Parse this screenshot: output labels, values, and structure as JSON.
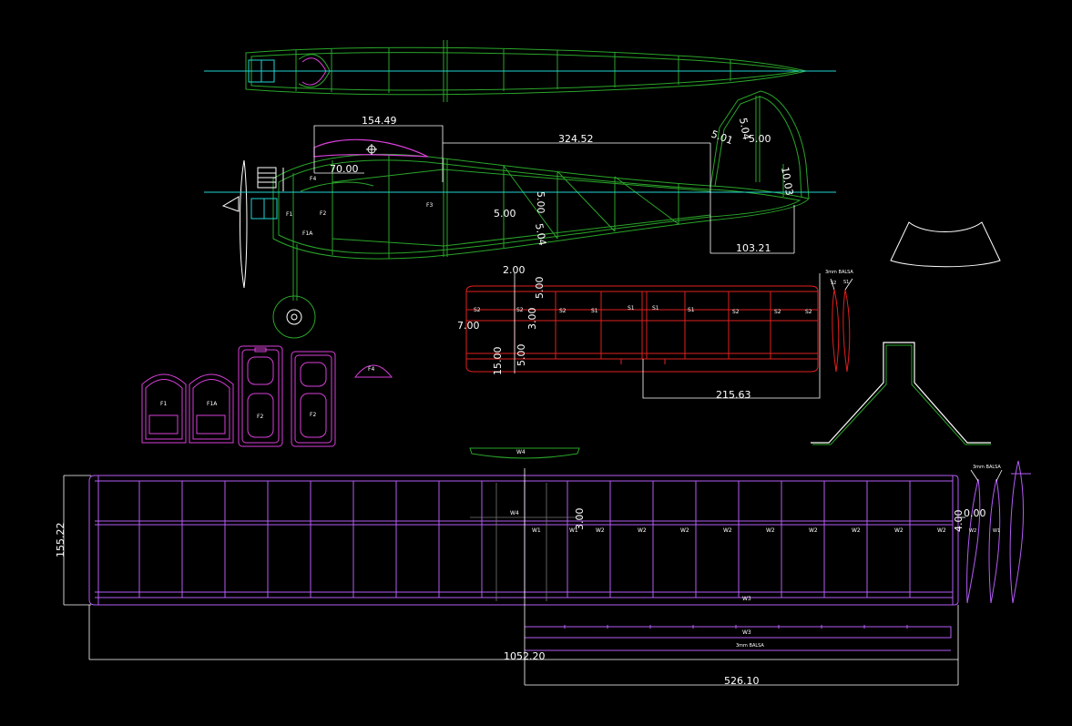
{
  "colors": {
    "background": "#000000",
    "fuselage": "#2aa52a",
    "centerline": "#22d4d4",
    "spar_frame": "#e01f1f",
    "wing_rib": "#b45cf5",
    "magenta": "#d93fd9",
    "dimension": "#ffffff"
  },
  "dimensions": {
    "d_154": "154.49",
    "d_324": "324.52",
    "d_70": "70.00",
    "d_103": "103.21",
    "d_500_a": "5.00",
    "d_500_b": "5.00",
    "d_500_c": "5.00",
    "d_501": "5.01",
    "d_504_a": "5.04",
    "d_504_b": "5.04",
    "d_1003": "10.03",
    "d_200": "2.00",
    "d_500_d": "5.00",
    "d_300_a": "3.00",
    "d_700": "7.00",
    "d_1500": "15.00",
    "d_500_e": "5.00",
    "d_21563": "215.63",
    "d_15522": "155.22",
    "d_300_b": "3.00",
    "d_400": "4.00",
    "d_000": "0.00",
    "d_105220": "1052.20",
    "d_52610": "526.10"
  },
  "labels": {
    "f1": "F1",
    "f1a": "F1A",
    "f2": "F2",
    "f3": "F3",
    "f4": "F4",
    "w1": "W1",
    "w2": "W2",
    "w3": "W3",
    "w4": "W4",
    "s1": "S1",
    "s2": "S2",
    "balsa_3mm": "3mm BALSA"
  }
}
